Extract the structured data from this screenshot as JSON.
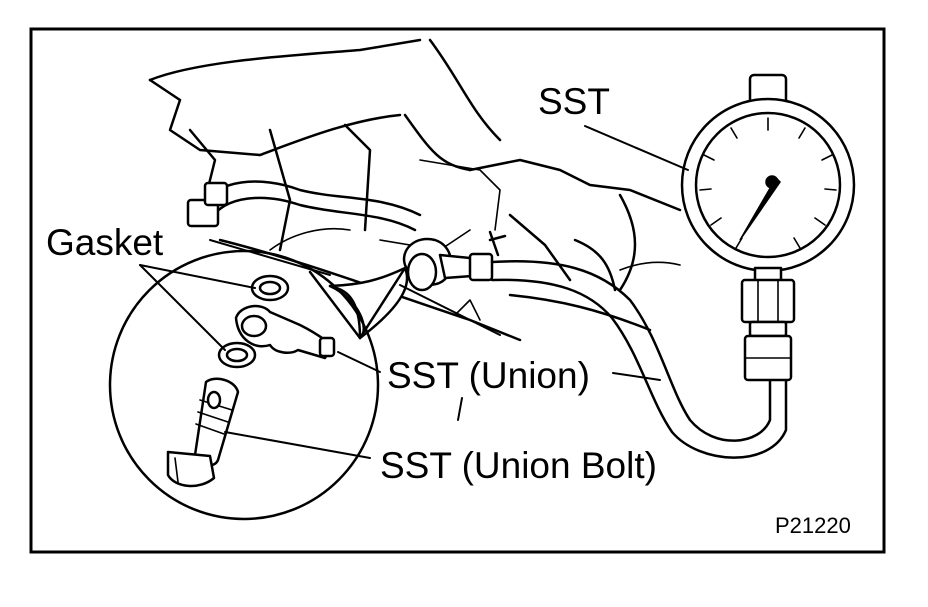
{
  "labels": {
    "sst_gauge": "SST",
    "gasket": "Gasket",
    "sst_union": "SST (Union)",
    "sst_union_bolt": "SST (Union Bolt)"
  },
  "figure_code": "P21220"
}
